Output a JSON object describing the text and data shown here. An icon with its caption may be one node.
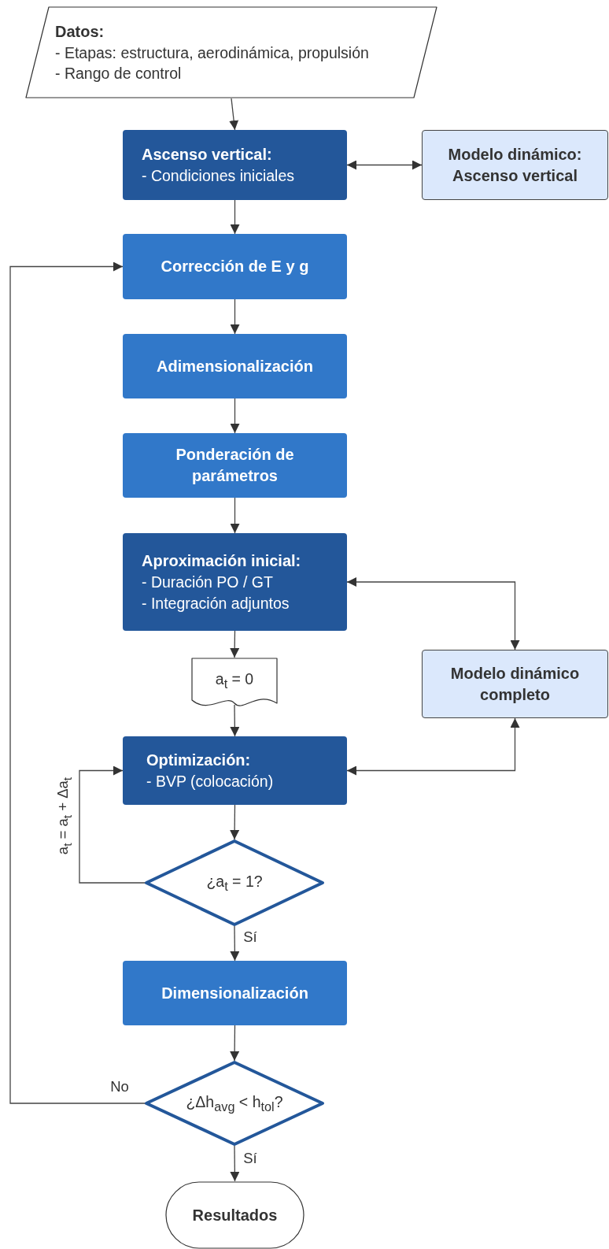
{
  "diagram": {
    "nodes": [
      {
        "text": [
          "Datos:",
          "- Etapas: estructura, aerodinámica, propulsión",
          "- Rango de control"
        ]
      },
      {
        "text": [
          "Ascenso vertical:",
          "- Condiciones iniciales"
        ]
      },
      {
        "text": [
          "Modelo dinámico: Ascenso vertical"
        ]
      },
      {
        "text": [
          "Corrección de E y g"
        ]
      },
      {
        "text": [
          "Adimensionalización"
        ]
      },
      {
        "text": [
          "Ponderación de parámetros"
        ]
      },
      {
        "text": [
          "Aproximación inicial:",
          "- Duración PO / GT",
          "- Integración adjuntos"
        ]
      },
      {
        "text": [
          "a$_{t}$ = 0"
        ]
      },
      {
        "text": [
          "Modelo dinámico completo"
        ]
      },
      {
        "text": [
          "Optimización:",
          "- BVP (colocación)"
        ]
      },
      {
        "text": [
          "¿a$_{t}$ = 1?"
        ]
      },
      {
        "text": [
          "Dimensionalización"
        ]
      },
      {
        "text": [
          "¿Δh$_{avg}$ < h$_{tol}$?"
        ]
      },
      {
        "text": [
          "Resultados"
        ]
      }
    ],
    "edges": [
      {
        "from": 0,
        "to": 1,
        "arrow": "to"
      },
      {
        "from": 1,
        "to": 2,
        "arrow": "both"
      },
      {
        "from": 1,
        "to": 3,
        "arrow": "to"
      },
      {
        "from": 3,
        "to": 4,
        "arrow": "to"
      },
      {
        "from": 4,
        "to": 5,
        "arrow": "to"
      },
      {
        "from": 5,
        "to": 6,
        "arrow": "to"
      },
      {
        "from": 6,
        "to": 8,
        "arrow": "both"
      },
      {
        "from": 6,
        "to": 7,
        "arrow": "to"
      },
      {
        "from": 7,
        "to": 9,
        "arrow": "to"
      },
      {
        "from": 9,
        "to": 8,
        "arrow": "both"
      },
      {
        "from": 9,
        "to": 10,
        "arrow": "to"
      },
      {
        "from": 10,
        "to": 9,
        "arrow": "to",
        "label": "a$_{t}$ = a$_{t}$ + Δa$_{t}$"
      },
      {
        "from": 10,
        "to": 11,
        "arrow": "to",
        "label": "Sí"
      },
      {
        "from": 11,
        "to": 12,
        "arrow": "to"
      },
      {
        "from": 12,
        "to": 3,
        "arrow": "to",
        "label": "No"
      },
      {
        "from": 12,
        "to": 13,
        "arrow": "to",
        "label": "Sí"
      }
    ]
  }
}
